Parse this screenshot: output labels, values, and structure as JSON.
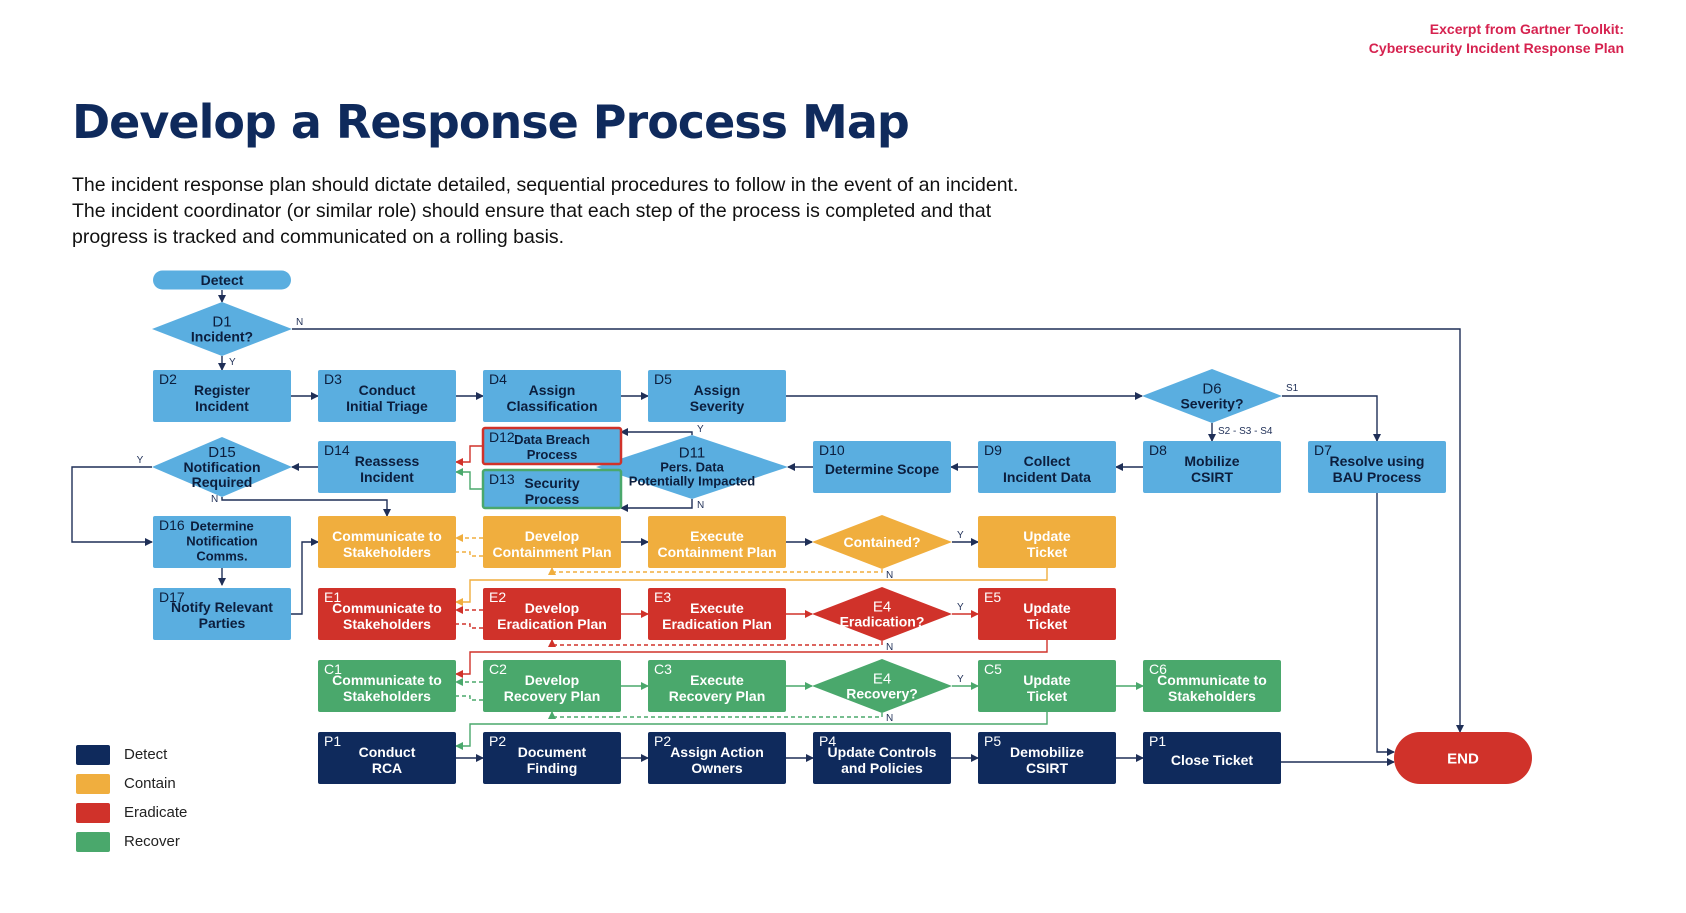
{
  "header": {
    "excerpt_line1": "Excerpt from Gartner Toolkit:",
    "excerpt_line2": "Cybersecurity Incident Response Plan",
    "title": "Develop a Response Process Map",
    "intro_line1": "The incident response plan should dictate detailed, sequential procedures to follow in the event of an incident.",
    "intro_line2": "The incident coordinator (or similar role) should ensure that each step of the process is completed and that",
    "intro_line3": "progress is tracked and communicated on a rolling basis."
  },
  "colors": {
    "light_blue": "#5aaee0",
    "detect": "#0f2a5c",
    "contain": "#f0ae3e",
    "eradicate": "#d0322a",
    "recover": "#4aa86c",
    "arrow": "#1f2f57"
  },
  "legend": [
    {
      "label": "Detect",
      "color": "#0f2a5c"
    },
    {
      "label": "Contain",
      "color": "#f0ae3e"
    },
    {
      "label": "Eradicate",
      "color": "#d0322a"
    },
    {
      "label": "Recover",
      "color": "#4aa86c"
    }
  ],
  "nodes": {
    "start": {
      "label": "Detect"
    },
    "d1": {
      "id": "D1",
      "label": "Incident?"
    },
    "d2": {
      "id": "D2",
      "label": "Register\nIncident"
    },
    "d3": {
      "id": "D3",
      "label": "Conduct\nInitial Triage"
    },
    "d4": {
      "id": "D4",
      "label": "Assign\nClassification"
    },
    "d5": {
      "id": "D5",
      "label": "Assign\nSeverity"
    },
    "d6": {
      "id": "D6",
      "label": "Severity?"
    },
    "d7": {
      "id": "D7",
      "label": "Resolve using\nBAU Process"
    },
    "d8": {
      "id": "D8",
      "label": "Mobilize\nCSIRT"
    },
    "d9": {
      "id": "D9",
      "label": "Collect\nIncident Data"
    },
    "d10": {
      "id": "D10",
      "label": "Determine Scope"
    },
    "d11": {
      "id": "D11",
      "label": "Pers. Data\nPotentially  Impacted"
    },
    "d12": {
      "id": "D12",
      "label": "Data Breach\nProcess"
    },
    "d13": {
      "id": "D13",
      "label": "Security\nProcess"
    },
    "d14": {
      "id": "D14",
      "label": "Reassess\nIncident"
    },
    "d15": {
      "id": "D15",
      "label": "Notification\nRequired"
    },
    "d16": {
      "id": "D16",
      "label": "Determine\nNotification\nComms."
    },
    "d17": {
      "id": "D17",
      "label": "Notify Relevant\nParties"
    },
    "c1": {
      "id": "",
      "label": "Communicate to\nStakeholders"
    },
    "c2": {
      "id": "",
      "label": "Develop\nContainment Plan"
    },
    "c3": {
      "id": "",
      "label": "Execute\nContainment Plan"
    },
    "c4": {
      "id": "",
      "label": "Contained?"
    },
    "c5": {
      "id": "",
      "label": "Update\nTicket"
    },
    "e1": {
      "id": "E1",
      "label": "Communicate to\nStakeholders"
    },
    "e2": {
      "id": "E2",
      "label": "Develop\nEradication Plan"
    },
    "e3": {
      "id": "E3",
      "label": "Execute\nEradication Plan"
    },
    "e4": {
      "id": "E4",
      "label": "Eradication?"
    },
    "e5": {
      "id": "E5",
      "label": "Update\nTicket"
    },
    "r1": {
      "id": "C1",
      "label": "Communicate to\nStakeholders"
    },
    "r2": {
      "id": "C2",
      "label": "Develop\nRecovery Plan"
    },
    "r3": {
      "id": "C3",
      "label": "Execute\nRecovery Plan"
    },
    "r4": {
      "id": "E4",
      "label": "Recovery?"
    },
    "r5": {
      "id": "C5",
      "label": "Update\nTicket"
    },
    "r6": {
      "id": "C6",
      "label": "Communicate to\nStakeholders"
    },
    "p1": {
      "id": "P1",
      "label": "Conduct\nRCA"
    },
    "p2": {
      "id": "P2",
      "label": "Document\nFinding"
    },
    "p3": {
      "id": "P2",
      "label": "Assign Action\nOwners"
    },
    "p4": {
      "id": "P4",
      "label": "Update Controls\nand Policies"
    },
    "p5": {
      "id": "P5",
      "label": "Demobilize\nCSIRT"
    },
    "p6": {
      "id": "P1",
      "label": "Close Ticket"
    },
    "end": {
      "label": "END"
    }
  },
  "edge_labels": {
    "d1_no": "N",
    "d1_yes": "Y",
    "d6_s1": "S1",
    "d6_s234": "S2 - S3 - S4",
    "d11_yes": "Y",
    "d11_no": "N",
    "d15_yes": "Y",
    "d15_no": "N",
    "c4_yes": "Y",
    "c4_no": "N",
    "e4_yes": "Y",
    "e4_no": "N",
    "r4_yes": "Y",
    "r4_no": "N"
  }
}
